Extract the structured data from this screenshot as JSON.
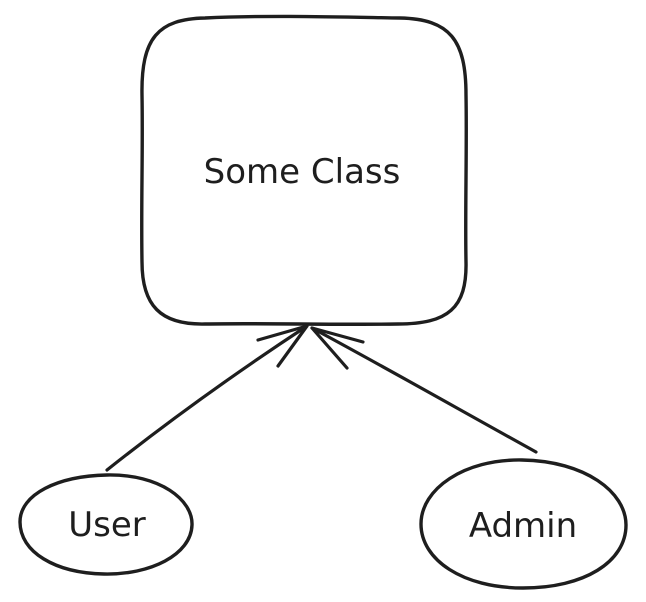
{
  "nodes": {
    "some_class": {
      "label": "Some Class"
    },
    "user": {
      "label": "User"
    },
    "admin": {
      "label": "Admin"
    }
  },
  "edges": [
    {
      "from": "user",
      "to": "some_class",
      "style": "arrow"
    },
    {
      "from": "admin",
      "to": "some_class",
      "style": "arrow"
    }
  ],
  "colors": {
    "stroke": "#1e1e1e",
    "background": "#ffffff"
  }
}
